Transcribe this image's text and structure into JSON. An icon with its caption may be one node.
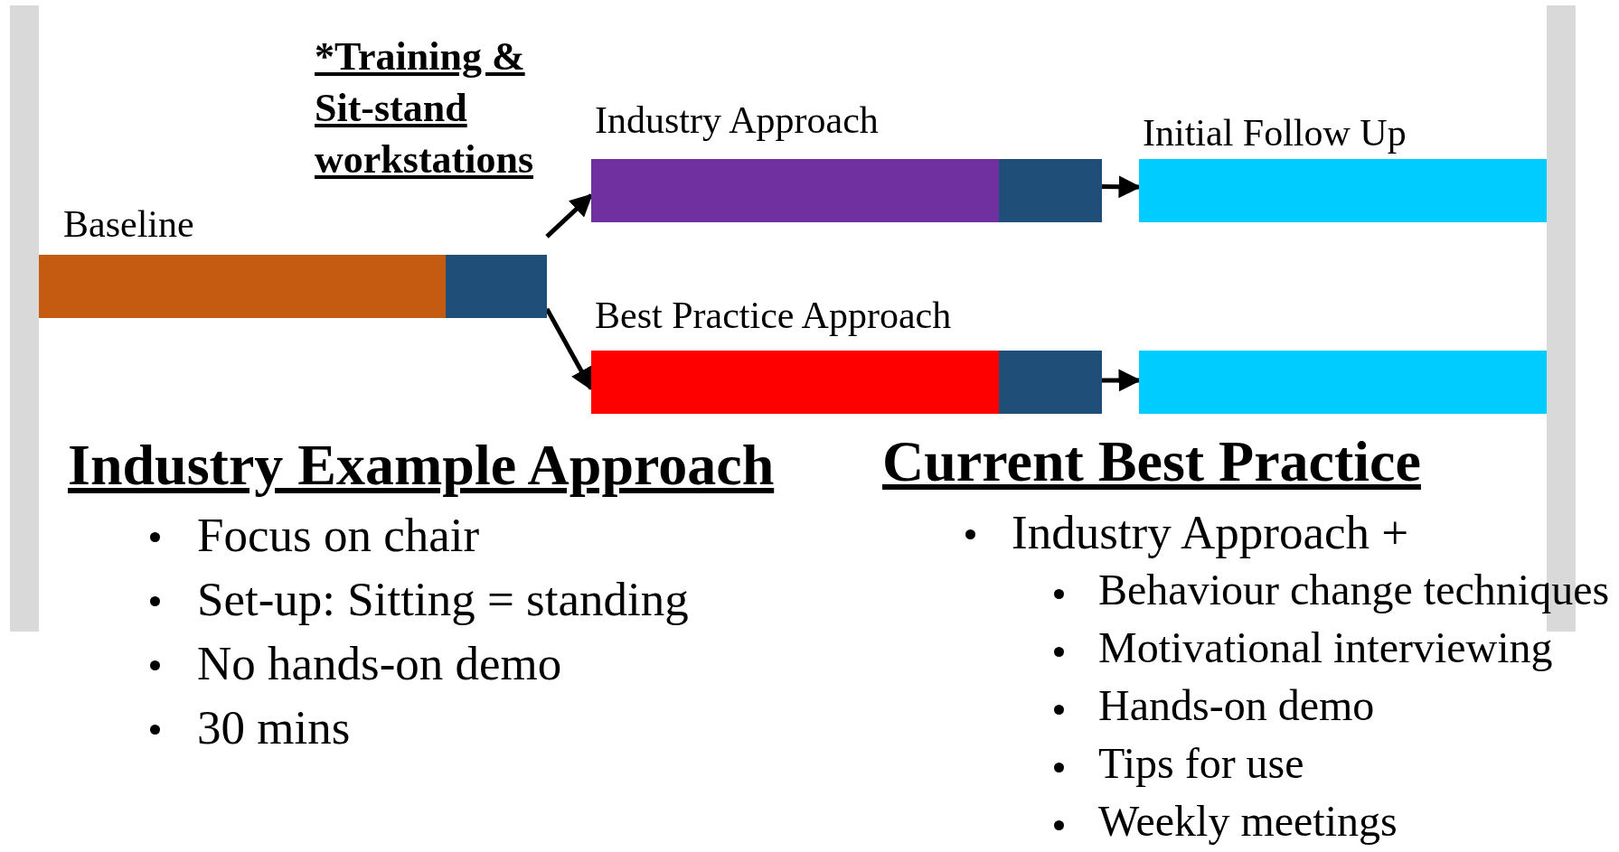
{
  "diagram": {
    "nodes": [
      {
        "text": [
          "Baseline"
        ]
      },
      {
        "text": [
          "Industry Approach"
        ]
      },
      {
        "text": [
          "Initial Follow Up"
        ]
      },
      {
        "text": [
          "Best Practice Approach"
        ]
      },
      {
        "text": [],
        "shape": "bar"
      }
    ],
    "edges": [
      {
        "from": 0,
        "to": 1,
        "arrow": "to"
      },
      {
        "from": 0,
        "to": 3,
        "arrow": "to"
      },
      {
        "from": 1,
        "to": 2,
        "arrow": "to"
      },
      {
        "from": 3,
        "to": 4,
        "arrow": "to"
      }
    ],
    "labels": [
      "*Training & Sit-stand workstations",
      "Industry Example Approach",
      "Focus on chair",
      "Set-up: Sitting = standing",
      "No hands-on demo",
      "30 mins",
      "Current Best Practice",
      "Industry Approach +",
      "Behaviour change techniques",
      "Motivational interviewing",
      "Hands-on demo",
      "Tips for use",
      "Weekly meetings"
    ]
  }
}
